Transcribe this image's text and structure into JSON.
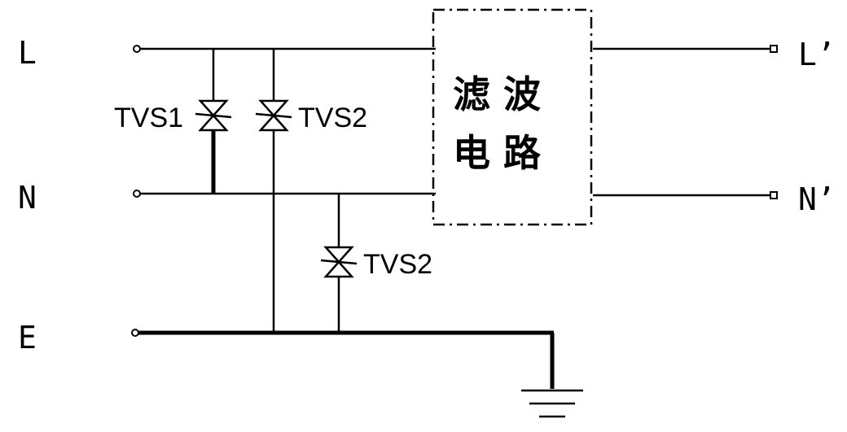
{
  "terminals": {
    "left": {
      "L": "L",
      "N": "N",
      "E": "E"
    },
    "right": {
      "L_out": "L’",
      "N_out": "N’"
    }
  },
  "components": {
    "tvs1": "TVS1",
    "tvs2_upper": "TVS2",
    "tvs2_lower": "TVS2"
  },
  "filter": {
    "line1": "滤 波",
    "line2": "电 路"
  }
}
